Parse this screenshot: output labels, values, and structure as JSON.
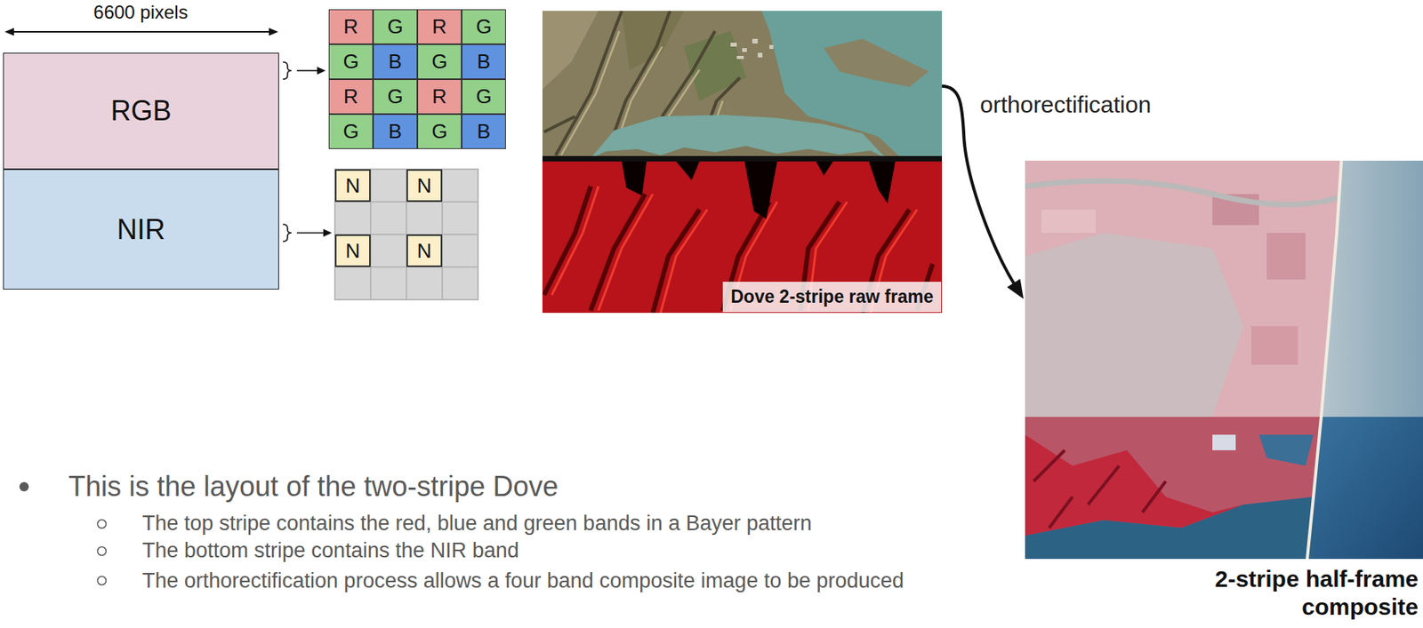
{
  "diagram": {
    "nodes": [
      {
        "text": [
          "RGB"
        ]
      },
      {
        "text": [
          "R"
        ]
      },
      {
        "text": [
          "G"
        ]
      },
      {
        "text": [
          "R"
        ]
      },
      {
        "text": [
          "G"
        ]
      },
      {
        "text": [
          "G"
        ]
      },
      {
        "text": [
          "B"
        ]
      },
      {
        "text": [
          "G"
        ]
      },
      {
        "text": [
          "B"
        ]
      },
      {
        "text": [
          "R"
        ]
      },
      {
        "text": [
          "G"
        ]
      },
      {
        "text": [
          "R"
        ]
      },
      {
        "text": [
          "G"
        ]
      },
      {
        "text": [
          "G"
        ]
      },
      {
        "text": [
          "B"
        ]
      },
      {
        "text": [
          "G"
        ]
      },
      {
        "text": [
          "B"
        ]
      },
      {
        "text": [
          "NIR"
        ]
      },
      {
        "text": [
          "N"
        ]
      },
      {
        "text": [
          "N"
        ]
      },
      {
        "text": [
          "N"
        ]
      },
      {
        "text": [
          "N"
        ]
      },
      {
        "text": [
          "Dove 2-stripe raw frame"
        ]
      },
      {
        "text": [
          "2-stripe half-frame composite"
        ]
      }
    ],
    "edges": [
      {
        "from": 22,
        "to": 23,
        "arrow": "to",
        "label": "orthorectification"
      }
    ],
    "labels": [
      "6600 pixels",
      "This is the layout of the two-stripe Dove",
      "The top stripe contains the red, blue and green bands in a Bayer pattern",
      "The bottom stripe contains the NIR band",
      "The orthorectification process allows a four band composite image to be produced"
    ]
  }
}
